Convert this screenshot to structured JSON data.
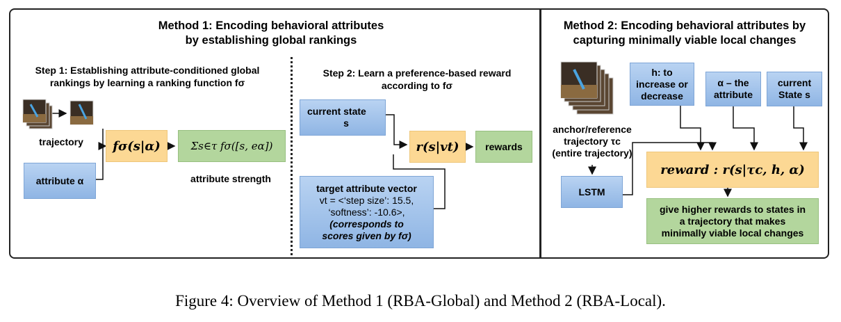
{
  "method1": {
    "title_line1": "Method 1: Encoding behavioral attributes",
    "title_line2": "by establishing global rankings",
    "step1_line1": "Step 1: Establishing attribute-conditioned global",
    "step1_line2": "rankings by learning a ranking function fσ",
    "step2_line1": "Step 2: Learn a preference-based reward",
    "step2_line2": "according to fσ",
    "trajectory_label": "trajectory",
    "attribute_box": "attribute α",
    "ranking_fn": "fσ(s|α)",
    "sum_box": "Σs∈τ fσ([s, eα])",
    "attribute_strength": "attribute strength",
    "current_state_line1": "current state",
    "current_state_line2": "s",
    "reward_fn": "r(s|vt)",
    "rewards_box": "rewards",
    "target_line1": "target attribute vector",
    "target_line2": "vt = <‘step size’: 15.5,",
    "target_line3": "‘softness’: -10.6>,",
    "target_line4": "(corresponds to",
    "target_line5": "scores given by fσ)"
  },
  "method2": {
    "title_line1": "Method 2: Encoding behavioral attributes by",
    "title_line2": "capturing minimally viable local changes",
    "h_box": "h: to increase or decrease",
    "alpha_box": "α – the attribute",
    "state_box": "current State s",
    "anchor_line1": "anchor/reference",
    "anchor_line2": "trajectory τc",
    "anchor_line3": "(entire trajectory)",
    "lstm_box": "LSTM",
    "reward_box": "reward : r(s|τc, h, α)",
    "green_box": "give higher rewards to states in a trajectory that makes minimally viable local changes"
  },
  "caption": "Figure 4: Overview of Method 1 (RBA-Global) and Method 2 (RBA-Local)."
}
